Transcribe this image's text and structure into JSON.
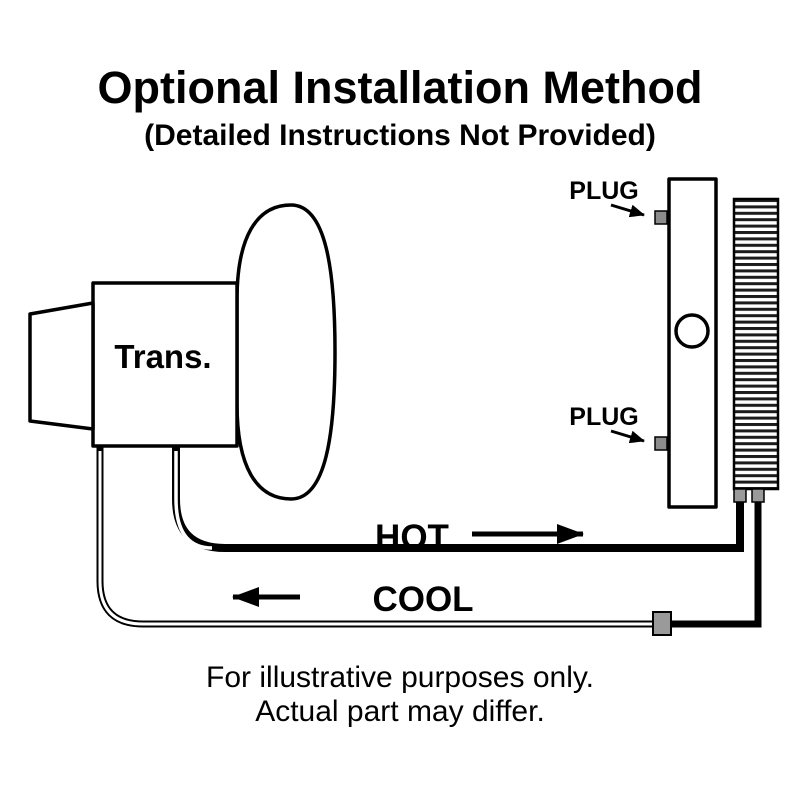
{
  "title": "Optional Installation Method",
  "subtitle": "(Detailed Instructions Not Provided)",
  "diagram": {
    "transmission_label": "Trans.",
    "plug_top_label": "PLUG",
    "plug_bottom_label": "PLUG",
    "hot_label": "HOT",
    "cool_label": "COOL"
  },
  "footer": {
    "line1": "For illustrative purposes only.",
    "line2": "Actual part may differ."
  },
  "colors": {
    "line": "#000000",
    "background": "#ffffff",
    "plug_fill": "#8c8c8c",
    "fitting_fill": "#9a9a9a"
  }
}
